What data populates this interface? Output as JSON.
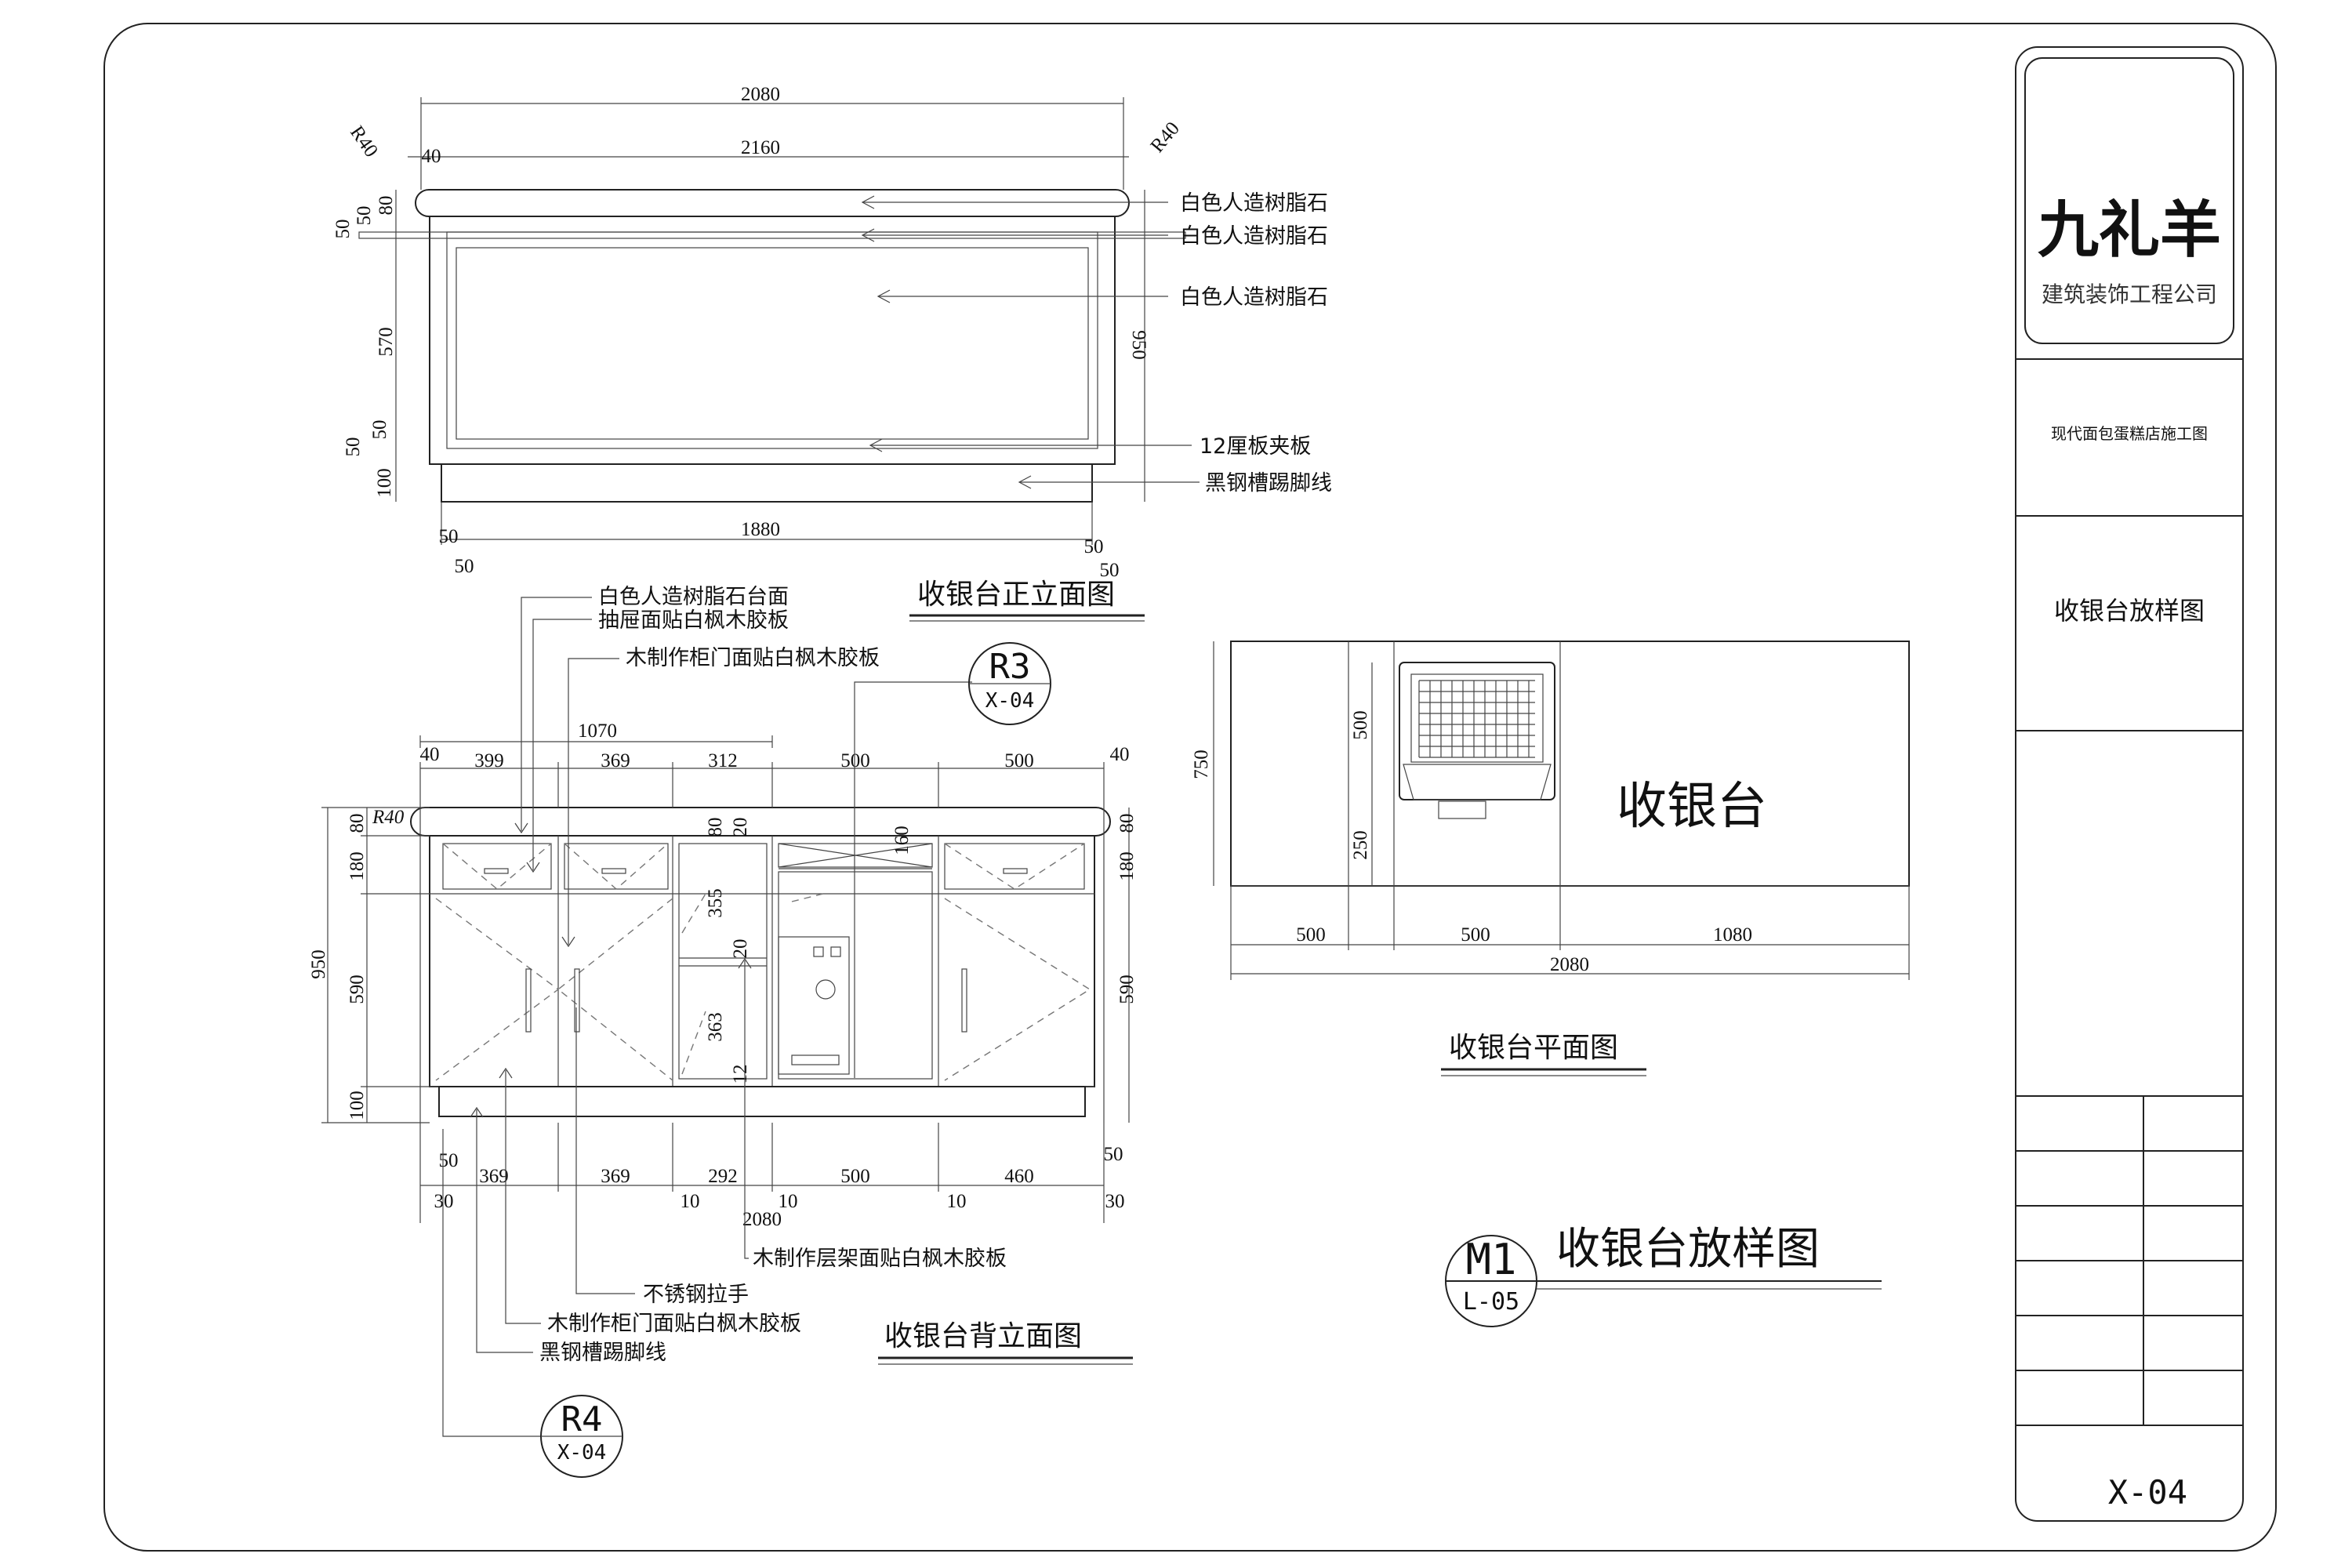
{
  "title_block": {
    "logo_text": "九礼羊",
    "company": "建筑装饰工程公司",
    "project": "现代面包蛋糕店施工图",
    "drawing_name": "收银台放样图",
    "sheet_no": "X-04"
  },
  "front_elevation": {
    "title": "收银台正立面图",
    "dims": {
      "total_top": "2080",
      "total_inner": "2160",
      "edge_left": "40",
      "radius_left": "R40",
      "radius_right": "R40",
      "left_80": "80",
      "left_50a": "50",
      "left_50b": "50",
      "left_570": "570",
      "left_50c": "50",
      "left_50d": "50",
      "left_100": "100",
      "right_950": "950",
      "bottom_1880": "1880",
      "bottom_50a": "50",
      "bottom_50b": "50",
      "bottom_50c": "50",
      "bottom_50d": "50"
    },
    "notes": [
      "白色人造树脂石",
      "白色人造树脂石",
      "白色人造树脂石",
      "12厘板夹板",
      "黑钢槽踢脚线"
    ]
  },
  "back_elevation": {
    "title": "收银台背立面图",
    "top_notes": [
      "白色人造树脂石台面",
      "抽屉面贴白枫木胶板",
      "木制作柜门面贴白枫木胶板"
    ],
    "bottom_notes": [
      "木制作层架面贴白枫木胶板",
      "不锈钢拉手",
      "木制作柜门面贴白枫木胶板",
      "黑钢槽踢脚线"
    ],
    "dims_top": [
      "40",
      "399",
      "369",
      "312",
      "500",
      "500",
      "40"
    ],
    "dim_1070": "1070",
    "radius": "R40",
    "dims_left": [
      "80",
      "180",
      "590",
      "100"
    ],
    "dim_950": "950",
    "dims_right": [
      "80",
      "180",
      "590"
    ],
    "dims_inner": [
      "80",
      "20",
      "355",
      "20",
      "363",
      "12",
      "160"
    ],
    "dims_bottom": [
      "369",
      "369",
      "292",
      "500",
      "460"
    ],
    "dims_bottom_small": [
      "50",
      "30",
      "10",
      "10",
      "10",
      "50",
      "30"
    ],
    "dim_total": "2080"
  },
  "callouts": {
    "r3": {
      "label": "R3",
      "ref": "X-04"
    },
    "r4": {
      "label": "R4",
      "ref": "X-04"
    },
    "m1": {
      "label": "M1",
      "ref": "L-05",
      "title": "收银台放样图"
    }
  },
  "plan": {
    "title": "收银台平面图",
    "label": "收银台",
    "dim_750": "750",
    "dim_500": "500",
    "dim_250": "250",
    "dims_bottom": [
      "500",
      "500",
      "1080"
    ],
    "dim_total": "2080"
  }
}
